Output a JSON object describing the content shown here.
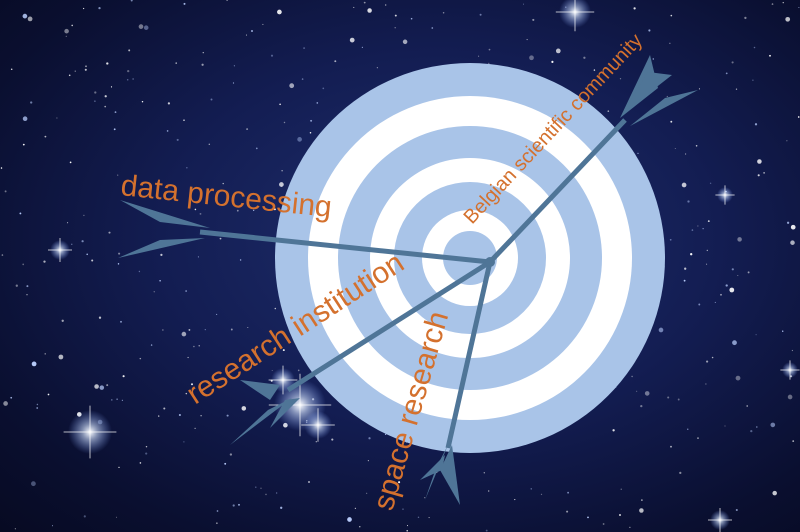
{
  "labels": {
    "data_processing": "data processing",
    "belgian_community": "Belgian scientific community",
    "research_institution": "research institution",
    "space_research": "space research"
  },
  "colors": {
    "accent": "#d4712e",
    "target_blue": "#a9c4e8",
    "ring_white": "#ffffff",
    "arrow": "#4f7597",
    "sky": "#131d52"
  }
}
